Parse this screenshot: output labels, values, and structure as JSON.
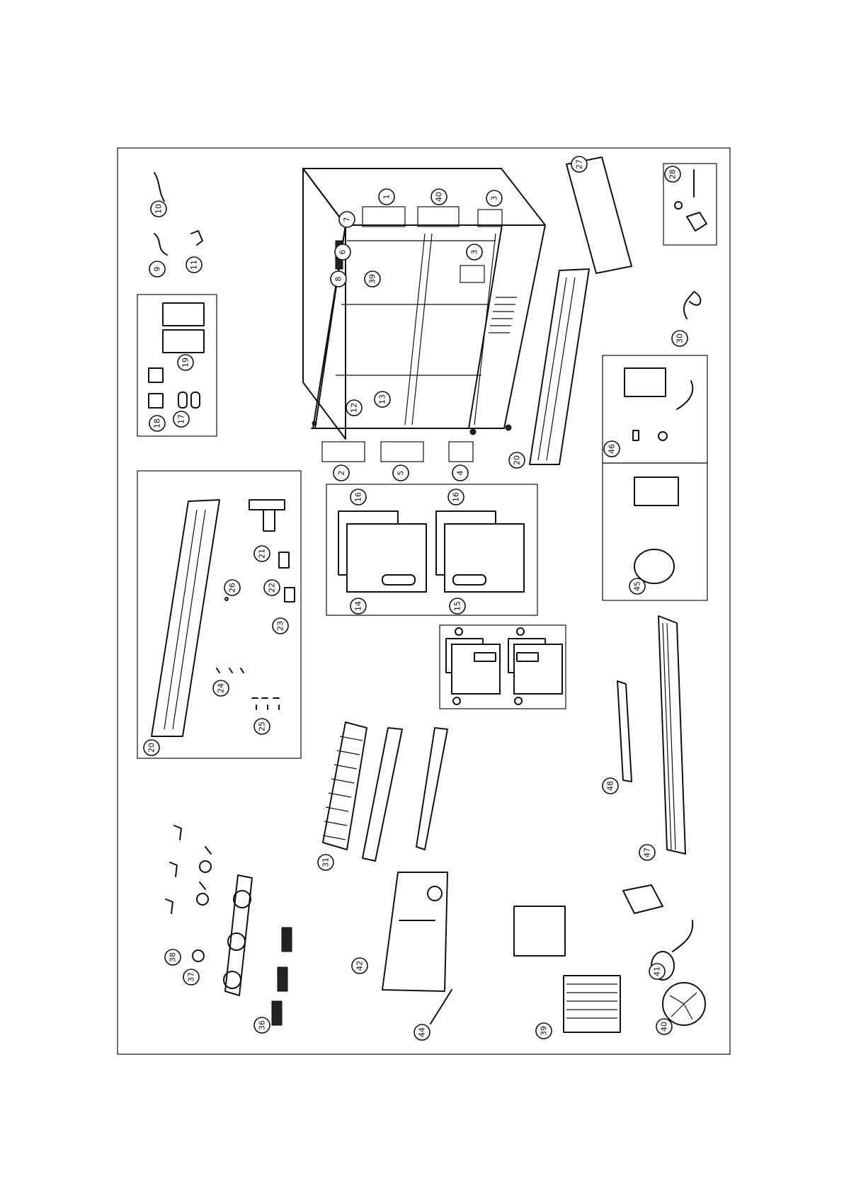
{
  "callouts": [
    {
      "id": "c10a",
      "label": "10"
    },
    {
      "id": "c9",
      "label": "9"
    },
    {
      "id": "c11",
      "label": "11"
    },
    {
      "id": "c19",
      "label": "19"
    },
    {
      "id": "c18",
      "label": "18"
    },
    {
      "id": "c17",
      "label": "17"
    },
    {
      "id": "c7",
      "label": "7"
    },
    {
      "id": "c6",
      "label": "6"
    },
    {
      "id": "c8",
      "label": "8"
    },
    {
      "id": "c39",
      "label": "39"
    },
    {
      "id": "c1",
      "label": "1"
    },
    {
      "id": "c40t",
      "label": "40"
    },
    {
      "id": "c3a",
      "label": "3"
    },
    {
      "id": "c3b",
      "label": "3"
    },
    {
      "id": "c12",
      "label": "12"
    },
    {
      "id": "c13",
      "label": "13"
    },
    {
      "id": "c2",
      "label": "2"
    },
    {
      "id": "c5",
      "label": "5"
    },
    {
      "id": "c4",
      "label": "4"
    },
    {
      "id": "c27",
      "label": "27"
    },
    {
      "id": "c20",
      "label": "20"
    },
    {
      "id": "c30",
      "label": "30"
    },
    {
      "id": "c28",
      "label": "28"
    },
    {
      "id": "c46",
      "label": "46"
    },
    {
      "id": "c45",
      "label": "45"
    },
    {
      "id": "c16a",
      "label": "16"
    },
    {
      "id": "c16b",
      "label": "16"
    },
    {
      "id": "c14",
      "label": "14"
    },
    {
      "id": "c15",
      "label": "15"
    },
    {
      "id": "c21",
      "label": "21"
    },
    {
      "id": "c22",
      "label": "22"
    },
    {
      "id": "c23",
      "label": "23"
    },
    {
      "id": "c26",
      "label": "26"
    },
    {
      "id": "c24",
      "label": "24"
    },
    {
      "id": "c25",
      "label": "25"
    },
    {
      "id": "c20b",
      "label": "20"
    },
    {
      "id": "c48",
      "label": "48"
    },
    {
      "id": "c47",
      "label": "47"
    },
    {
      "id": "c31",
      "label": "31"
    },
    {
      "id": "c38",
      "label": "38"
    },
    {
      "id": "c37",
      "label": "37"
    },
    {
      "id": "c36",
      "label": "36"
    },
    {
      "id": "c42",
      "label": "42"
    },
    {
      "id": "c44",
      "label": "44"
    },
    {
      "id": "c39b",
      "label": "39"
    },
    {
      "id": "c41",
      "label": "41"
    },
    {
      "id": "c40b",
      "label": "40"
    }
  ]
}
